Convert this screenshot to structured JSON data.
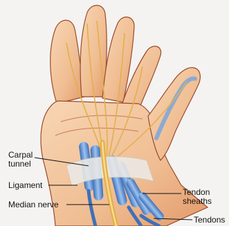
{
  "labels": {
    "carpal_tunnel": [
      "Carpal",
      "tunnel"
    ],
    "ligament": "Ligament",
    "median_nerve": "Median nerve",
    "tendon_sheaths": [
      "Tendon",
      "sheaths"
    ],
    "tendons": "Tendons"
  },
  "colors": {
    "background": "#f4f3f1",
    "skin": "#f2c59e",
    "skin_shadow": "#d98a5a",
    "outline": "#9a4a2a",
    "nerve": "#e3b04a",
    "sheath": "#7aa6dc",
    "sheath_dark": "#3f70b8",
    "ligament": "#eceae6",
    "leader_line": "#111111"
  }
}
